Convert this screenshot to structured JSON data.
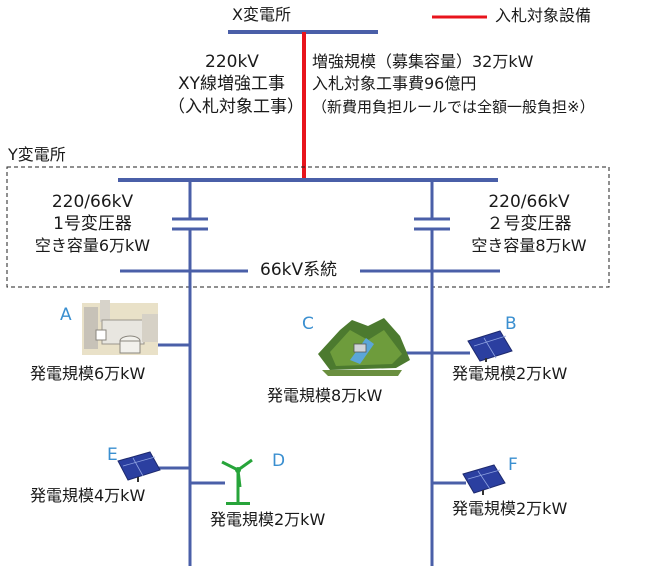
{
  "x_station": "X変電所",
  "legend": "入札対象設備",
  "upgrade": {
    "voltage": "220kV",
    "work": "XY線増強工事",
    "bid_note": "（入札対象工事）",
    "scale": "増強規模（募集容量）32万kW",
    "cost": "入札対象工事費96億円",
    "rule": "（新費用負担ルールでは全額一般負担※）"
  },
  "y_station": "Y変電所",
  "transformer1": {
    "ratio": "220/66kV",
    "name": "1号変圧器",
    "capacity": "空き容量6万kW"
  },
  "transformer2": {
    "ratio": "220/66kV",
    "name": "２号変圧器",
    "capacity": "空き容量8万kW"
  },
  "system": "66kV系統",
  "plants": {
    "A": {
      "label": "A",
      "scale": "発電規模6万kW"
    },
    "B": {
      "label": "B",
      "scale": "発電規模2万kW"
    },
    "C": {
      "label": "C",
      "scale": "発電規模8万kW"
    },
    "D": {
      "label": "D",
      "scale": "発電規模2万kW"
    },
    "E": {
      "label": "E",
      "scale": "発電規模4万kW"
    },
    "F": {
      "label": "F",
      "scale": "発電規模2万kW"
    }
  },
  "colors": {
    "bus": "#4a5fa8",
    "bid": "#e8141c",
    "label": "#3a8fd0"
  }
}
